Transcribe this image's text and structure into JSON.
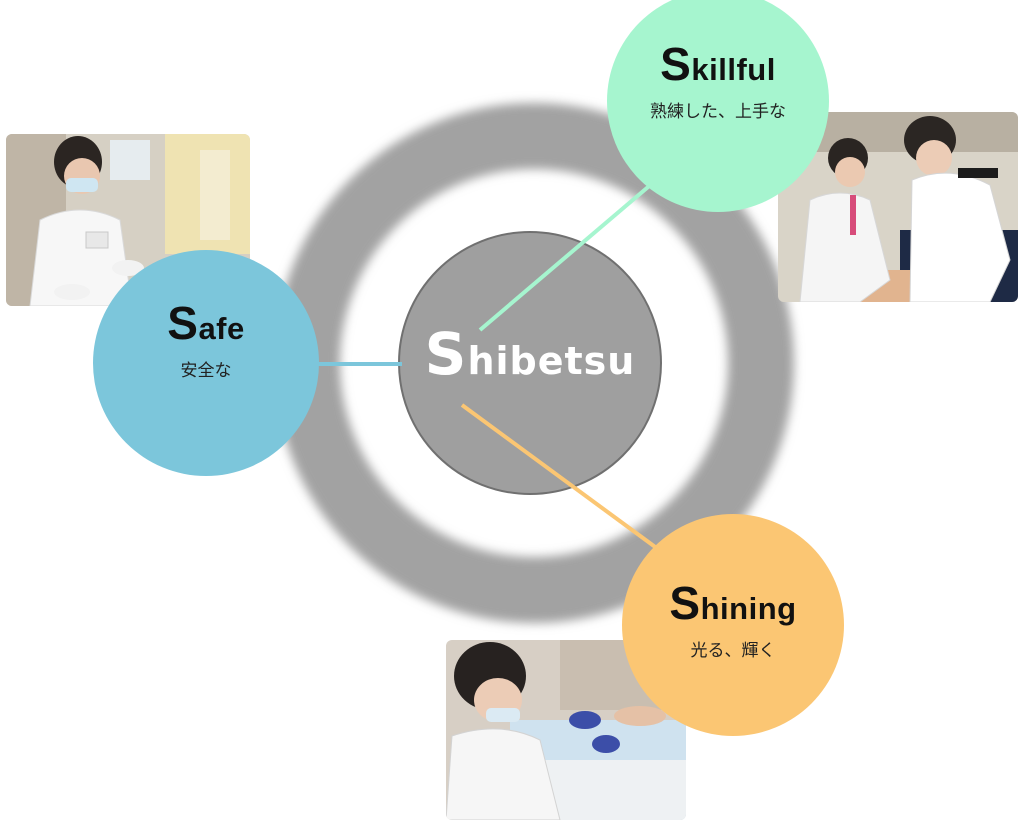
{
  "center": {
    "initial": "S",
    "rest": "hibetsu"
  },
  "nodes": [
    {
      "key": "safe",
      "initial": "S",
      "rest": "afe",
      "subtitle": "安全な",
      "color": "#7cc6db"
    },
    {
      "key": "skillful",
      "initial": "S",
      "rest": "killful",
      "subtitle": "熟練した、上手な",
      "color": "#a6f5cf"
    },
    {
      "key": "shining",
      "initial": "S",
      "rest": "hining",
      "subtitle": "光る、輝く",
      "color": "#fbc673"
    }
  ],
  "colors": {
    "ring": "#a2a2a2",
    "center_fill": "#9f9f9f",
    "safe_line": "#7cc6db",
    "skillful_line": "#a6f5cf",
    "shining_line": "#fbc673"
  },
  "photos": [
    {
      "name": "nurse-with-mask-photo",
      "subject": "nurse"
    },
    {
      "name": "cpr-training-photo",
      "subject": "training"
    },
    {
      "name": "clinical-procedure-photo",
      "subject": "procedure"
    }
  ]
}
